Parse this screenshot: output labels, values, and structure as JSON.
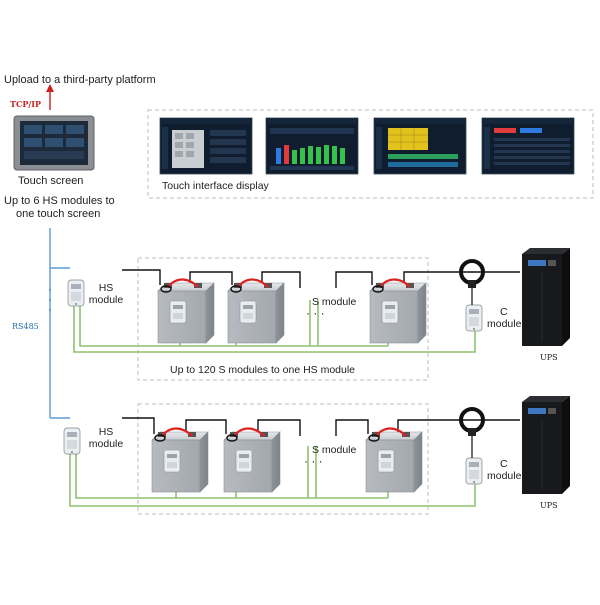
{
  "header": {
    "upload_label": "Upload to a third-party platform",
    "protocol": "TCP/IP"
  },
  "touch_screen": {
    "caption": "Touch screen",
    "limit_line1": "Up to 6 HS modules to",
    "limit_line2": "one touch screen"
  },
  "display_panel": {
    "caption": "Touch interface display"
  },
  "bus": {
    "label": "RS485"
  },
  "string_top": {
    "hs_line1": "HS",
    "hs_line2": "module",
    "s_label": "S module",
    "dots": "· · ·",
    "c_line1": "C",
    "c_line2": "module",
    "ups_label": "UPS",
    "capacity_note": "Up to 120 S modules to one HS module"
  },
  "string_bottom": {
    "hs_line1": "HS",
    "hs_line2": "module",
    "s_label": "S module",
    "dots": "· · ·",
    "c_line1": "C",
    "c_line2": "module",
    "ups_label": "UPS"
  },
  "colors": {
    "signal_wire": "#8dc26f",
    "rs485_wire": "#5b9bd5",
    "power_wire": "#111111",
    "upload_arrow": "#cc1f1f",
    "battery_body": "#bfc3c8",
    "dashed_border": "#bdbdbd"
  }
}
